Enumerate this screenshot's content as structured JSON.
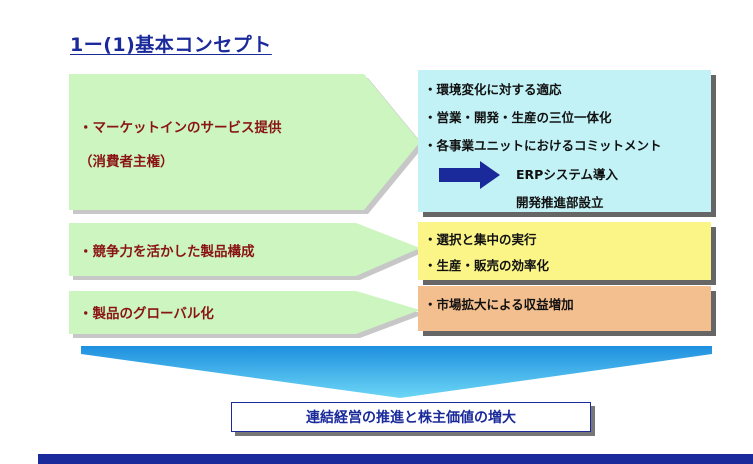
{
  "title": "1ー(1)基本コンセプト",
  "left_items": [
    {
      "line1": "・マーケットインのサービス提供",
      "line2": "（消費者主権）"
    },
    {
      "line1": "・競争力を活かした製品構成"
    },
    {
      "line1": "・製品のグローバル化"
    }
  ],
  "right_boxes": [
    {
      "lines": [
        "・環境変化に対する適応",
        "・営業・開発・生産の三位一体化",
        "・各事業ユニットにおけるコミットメント"
      ],
      "arrow_lines": [
        "ERPシステム導入",
        "開発推進部設立"
      ]
    },
    {
      "lines": [
        "・選択と集中の実行",
        "・生産・販売の効率化"
      ]
    },
    {
      "lines": [
        "・市場拡大による収益増加"
      ]
    }
  ],
  "result": "連結経営の推進と株主価値の増大",
  "colors": {
    "green": "#ccf5c0",
    "cyan": "#c2f2f6",
    "yellow": "#fbf487",
    "orange": "#f3bf8e",
    "blue": "#1a2a9a",
    "funnel": "#2ea9e6",
    "label_red": "#8a1414"
  }
}
